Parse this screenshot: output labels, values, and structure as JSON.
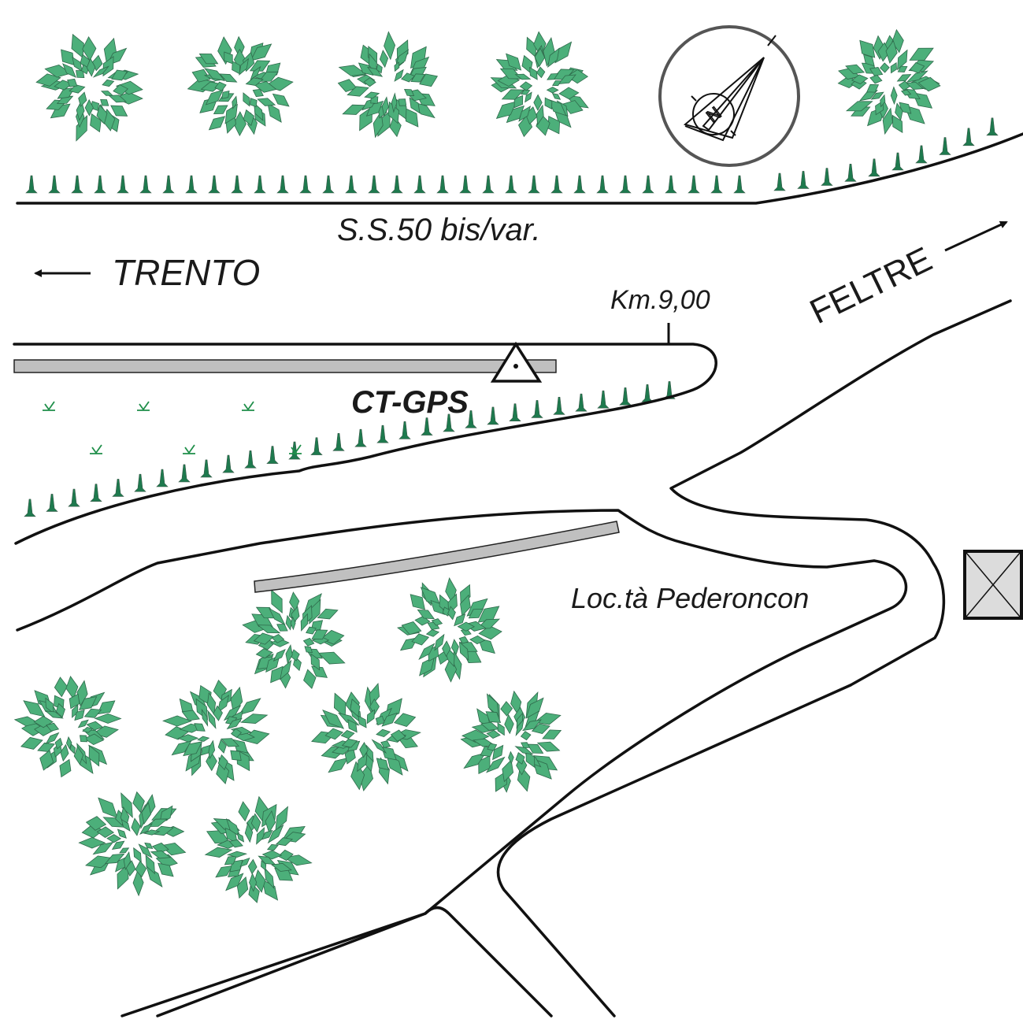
{
  "map": {
    "title": "Site sketch CT-GPS",
    "road_name": "S.S.50 bis/var.",
    "direction_west": {
      "label": "TRENTO",
      "arrow": "left-arrow-icon"
    },
    "direction_east": {
      "label": "FELTRE",
      "arrow": "right-arrow-icon"
    },
    "kilometer_marker": "Km.9,00",
    "station_label": "CT-GPS",
    "station_icon": "triangle-benchmark-icon",
    "locality_label": "Loc.tà Pederoncon",
    "north_arrow_letter": "N",
    "building_icon": "building-crossed-box-icon",
    "colors": {
      "tree": "#4caf7a",
      "tree_outline": "#2f6b4c",
      "embankment": "#1e7a4e",
      "grass": "#1f8f4a",
      "guardrail": "#c0c0c0",
      "building": "#dcdcdc",
      "line": "#111111",
      "compass_ring": "#555555"
    },
    "legend_symbols": [
      "tree-icon",
      "embankment-icon",
      "grass-icon",
      "guardrail-icon"
    ]
  }
}
